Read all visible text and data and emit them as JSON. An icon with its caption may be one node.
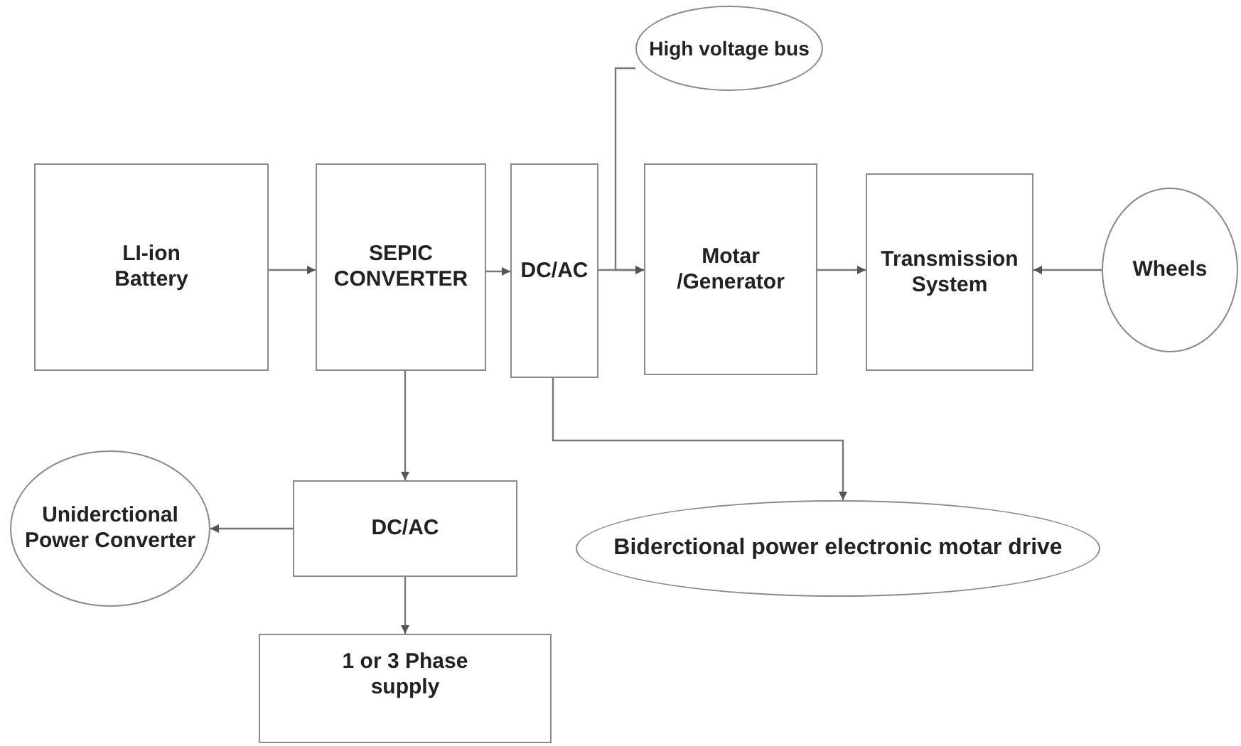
{
  "diagram": {
    "nodes": [
      {
        "text": [
          "LI-ion Battery"
        ]
      },
      {
        "text": [
          "SEPIC CONVERTER"
        ]
      },
      {
        "text": [
          "DC/AC"
        ]
      },
      {
        "text": [
          "High voltage bus"
        ]
      },
      {
        "text": [
          "Motar /Generator"
        ]
      },
      {
        "text": [
          "Transmission System"
        ]
      },
      {
        "text": [
          "Wheels"
        ]
      },
      {
        "text": [
          "Uniderctional Power Converter"
        ]
      },
      {
        "text": [
          "DC/AC"
        ]
      },
      {
        "text": [
          "1 or 3 Phase supply"
        ]
      },
      {
        "text": [
          "Biderctional power electronic motar drive"
        ]
      }
    ],
    "edges": [
      {
        "from": 0,
        "to": 1,
        "arrow": "to"
      },
      {
        "from": 1,
        "to": 2,
        "arrow": "to"
      },
      {
        "from": 2,
        "to": 4,
        "arrow": "to"
      },
      {
        "from": 3,
        "to": 4,
        "arrow": "to"
      },
      {
        "from": 4,
        "to": 5,
        "arrow": "to"
      },
      {
        "from": 6,
        "to": 5,
        "arrow": "to"
      },
      {
        "from": 1,
        "to": 8,
        "arrow": "to"
      },
      {
        "from": 8,
        "to": 7,
        "arrow": "to"
      },
      {
        "from": 8,
        "to": 9,
        "arrow": "to"
      },
      {
        "from": 2,
        "to": 10,
        "arrow": "to"
      }
    ]
  }
}
